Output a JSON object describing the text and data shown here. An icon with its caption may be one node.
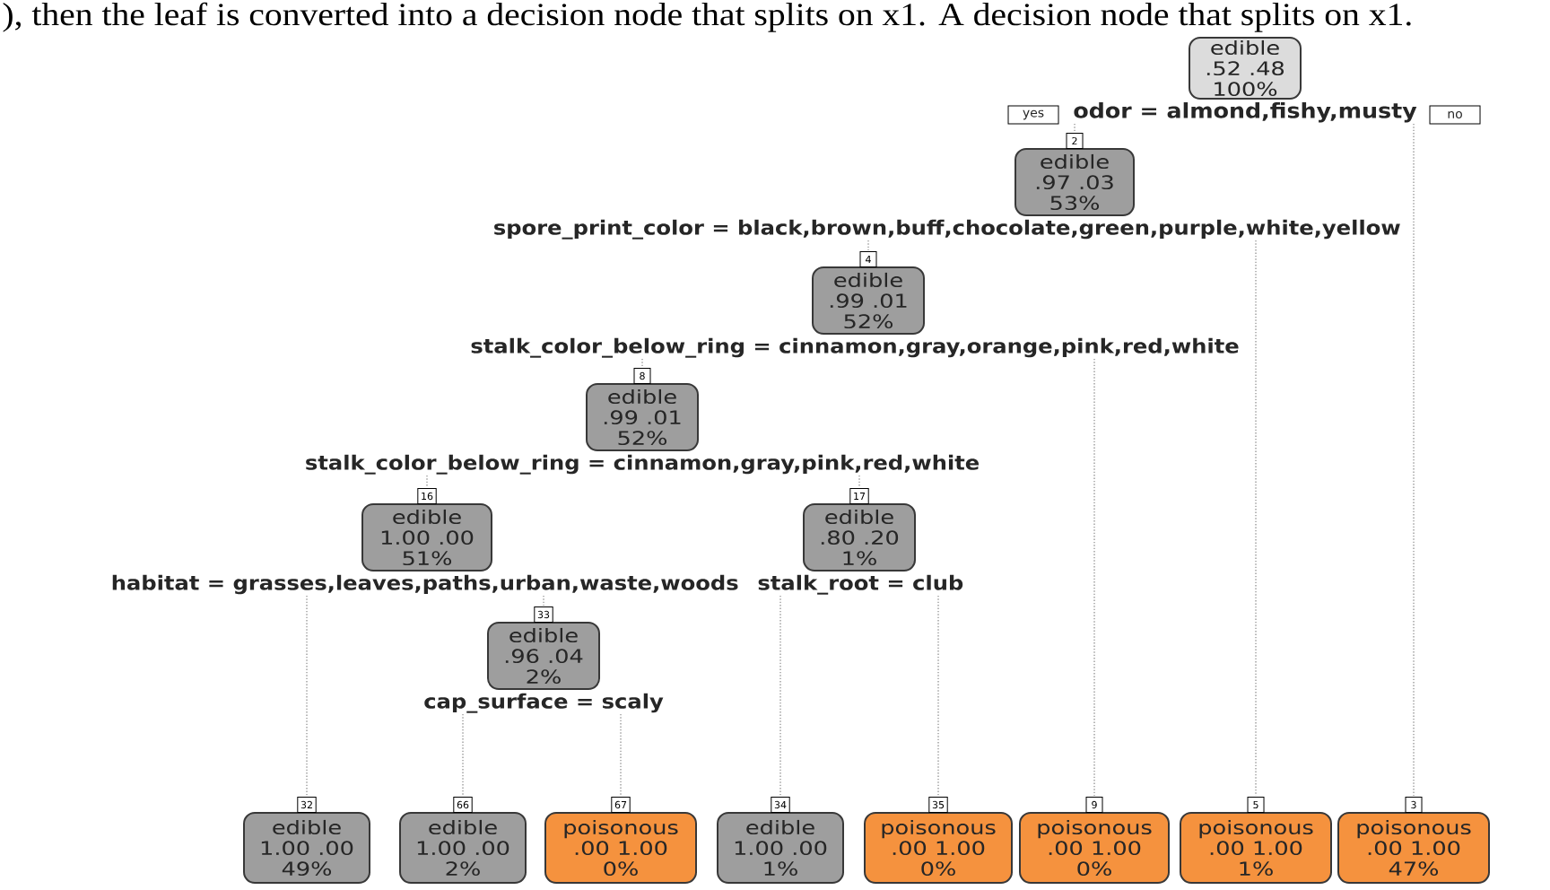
{
  "diagram": {
    "nodes": [
      {
        "text": [
          "edible",
          ".52 .48",
          "100%"
        ],
        "beside": [
          "odor = almond,fishy,musty"
        ]
      },
      {
        "text": [
          "edible",
          ".97 .03",
          "53%"
        ],
        "beside": [
          "2",
          "spore_print_color = black,brown,buff,chocolate,green,purple,white,yellow"
        ]
      },
      {
        "text": [
          "edible",
          ".99 .01",
          "52%"
        ],
        "beside": [
          "4",
          "stalk_color_below_ring = cinnamon,gray,orange,pink,red,white"
        ]
      },
      {
        "text": [
          "edible",
          ".99 .01",
          "52%"
        ],
        "beside": [
          "8",
          "stalk_color_below_ring = cinnamon,gray,pink,red,white"
        ]
      },
      {
        "text": [
          "edible",
          "1.00 .00",
          "51%"
        ],
        "beside": [
          "16",
          "habitat = grasses,leaves,paths,urban,waste,woods"
        ]
      },
      {
        "text": [
          "edible",
          ".80 .20",
          "1%"
        ],
        "beside": [
          "17",
          "stalk_root = club"
        ]
      },
      {
        "text": [
          "edible",
          ".96 .04",
          "2%"
        ],
        "beside": [
          "33",
          "cap_surface = scaly"
        ]
      },
      {
        "text": [
          "edible",
          "1.00 .00",
          "49%"
        ],
        "beside": [
          "32"
        ]
      },
      {
        "text": [
          "edible",
          "1.00 .00",
          "2%"
        ],
        "beside": [
          "66"
        ]
      },
      {
        "text": [
          "poisonous",
          ".00 1.00",
          "0%"
        ],
        "beside": [
          "67"
        ]
      },
      {
        "text": [
          "edible",
          "1.00 .00",
          "1%"
        ],
        "beside": [
          "34"
        ]
      },
      {
        "text": [
          "poisonous",
          ".00 1.00",
          "0%"
        ],
        "beside": [
          "35"
        ]
      },
      {
        "text": [
          "poisonous",
          ".00 1.00",
          "0%"
        ],
        "beside": [
          "9"
        ]
      },
      {
        "text": [
          "poisonous",
          ".00 1.00",
          "1%"
        ],
        "beside": [
          "5"
        ]
      },
      {
        "text": [
          "poisonous",
          ".00 1.00",
          "47%"
        ],
        "beside": [
          "3"
        ]
      }
    ],
    "edges": [
      {
        "from": 0,
        "to": 1,
        "arrow": "none",
        "label": "yes"
      },
      {
        "from": 0,
        "to": 14,
        "arrow": "none",
        "label": "no"
      },
      {
        "from": 1,
        "to": 2,
        "arrow": "none"
      },
      {
        "from": 1,
        "to": 13,
        "arrow": "none"
      },
      {
        "from": 2,
        "to": 3,
        "arrow": "none"
      },
      {
        "from": 2,
        "to": 12,
        "arrow": "none"
      },
      {
        "from": 3,
        "to": 4,
        "arrow": "none"
      },
      {
        "from": 3,
        "to": 5,
        "arrow": "none"
      },
      {
        "from": 4,
        "to": 7,
        "arrow": "none"
      },
      {
        "from": 4,
        "to": 6,
        "arrow": "none"
      },
      {
        "from": 6,
        "to": 8,
        "arrow": "none"
      },
      {
        "from": 6,
        "to": 9,
        "arrow": "none"
      },
      {
        "from": 5,
        "to": 10,
        "arrow": "none"
      },
      {
        "from": 5,
        "to": 11,
        "arrow": "none"
      }
    ],
    "labels": [
      "), then the leaf is converted into a decision node that splits on x1. A decision node that splits on x1."
    ]
  }
}
